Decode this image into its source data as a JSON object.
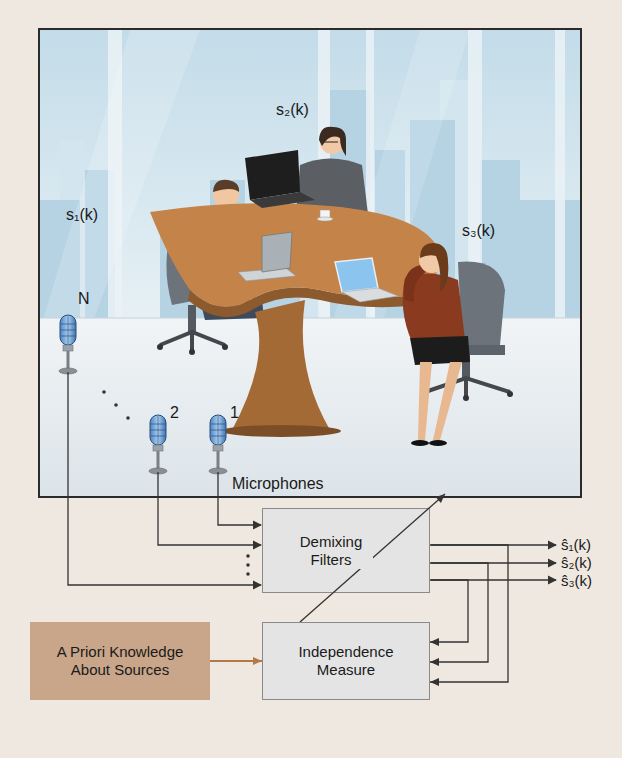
{
  "diagram": {
    "nodes": [
      {
        "text": [
          "Demixing Filters"
        ]
      },
      {
        "text": [
          "A Priori Knowledge About Sources"
        ]
      },
      {
        "text": [
          "Independence Measure"
        ]
      }
    ],
    "edges": [
      {
        "from": 1,
        "to": 2,
        "arrow": "to"
      },
      {
        "from": 2,
        "to": 0,
        "arrow": "none"
      },
      {
        "from": 0,
        "to": 2,
        "arrow": "to"
      },
      {
        "from": 0,
        "to": 2,
        "arrow": "to"
      },
      {
        "from": 0,
        "to": 2,
        "arrow": "to"
      }
    ],
    "labels": [
      "s₁(k)",
      "s₂(k)",
      "s₃(k)",
      "N",
      "2",
      "1",
      "Microphones",
      "ŝ₁(k)",
      "ŝ₂(k)",
      "ŝ₃(k)"
    ]
  }
}
